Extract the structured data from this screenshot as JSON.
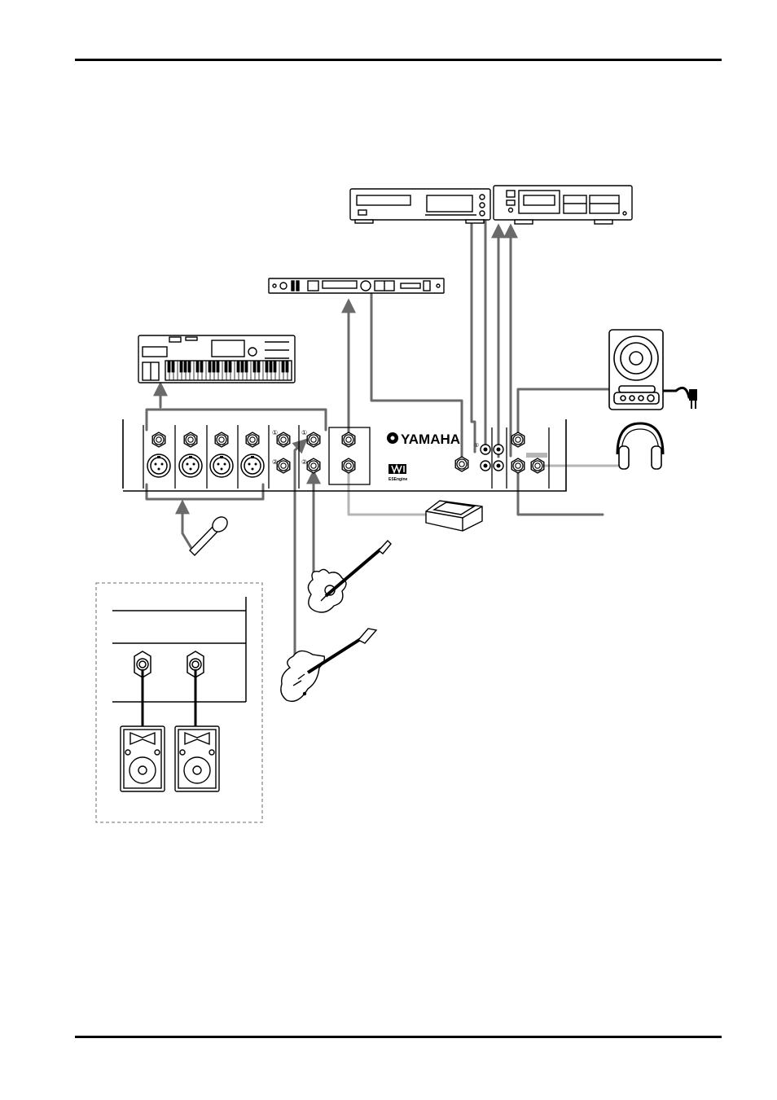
{
  "brand": {
    "logo_text": "YAMAHA",
    "badge_text": "ESEngine"
  },
  "jack_numbers": [
    "①",
    "②",
    "①",
    "②",
    "①"
  ],
  "colors": {
    "line": "#000000",
    "cable": "#6a6a6a",
    "cable_light": "#b5b5b5",
    "dashed_box": "#8a8a8a"
  },
  "devices": [
    {
      "name": "cd-player",
      "icon": "cd-player-icon"
    },
    {
      "name": "cassette-deck",
      "icon": "cassette-deck-icon"
    },
    {
      "name": "effect-processor",
      "icon": "effect-processor-icon"
    },
    {
      "name": "synthesizer",
      "icon": "synthesizer-icon"
    },
    {
      "name": "studio-monitor",
      "icon": "monitor-speaker-icon"
    },
    {
      "name": "headphones",
      "icon": "headphones-icon"
    },
    {
      "name": "foot-switch",
      "icon": "foot-switch-icon"
    },
    {
      "name": "microphone",
      "icon": "microphone-icon"
    },
    {
      "name": "acoustic-guitar",
      "icon": "acoustic-guitar-icon"
    },
    {
      "name": "electric-guitar",
      "icon": "electric-guitar-icon"
    },
    {
      "name": "pa-speakers",
      "icon": "pa-speaker-icon"
    },
    {
      "name": "power-amplifier",
      "icon": "power-amplifier-icon"
    }
  ]
}
